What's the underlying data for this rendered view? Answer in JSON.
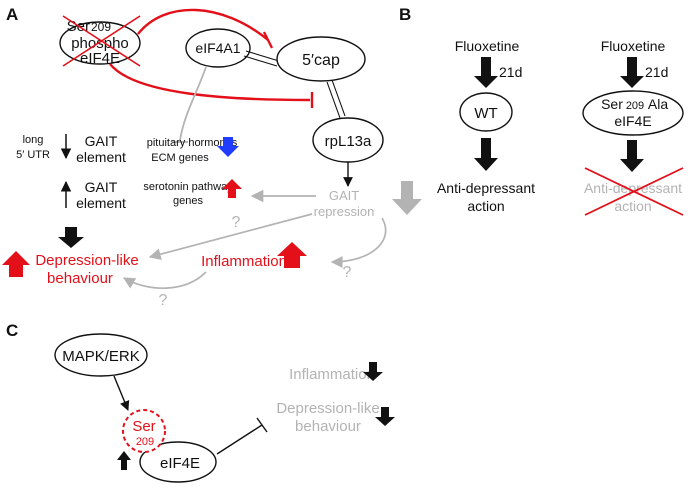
{
  "colors": {
    "black": "#111111",
    "red": "#e3101a",
    "gray": "#b3b3b3",
    "blue": "#1f3cff"
  },
  "panel_a": {
    "label": "A",
    "phospho_node": {
      "line1_main": "Ser",
      "line1_sub": "209",
      "line2": "phospho",
      "line3": "eIF4E"
    },
    "eif4a1": "eIF4A1",
    "cap": "5′cap",
    "rpl13a": "rpL13a",
    "utr_line1": "long",
    "utr_line2": "5′ UTR",
    "gait_down_line1": "GAIT",
    "gait_down_line2": "element",
    "gait_up_line1": "GAIT",
    "gait_up_line2": "element",
    "pituitary": "pituitary hormones",
    "ecm": "ECM genes",
    "serotonin_line1": "serotonin pathway",
    "serotonin_line2": "genes",
    "gait_repression_line1": "GAIT",
    "gait_repression_line2": "repression",
    "question_marks": [
      "?",
      "?",
      "?"
    ],
    "depression_line1": "Depression-like",
    "depression_line2": "behaviour",
    "inflammation": "Inflammation"
  },
  "panel_b": {
    "label": "B",
    "left_drug": "Fluoxetine",
    "left_duration": "21d",
    "left_node": "WT",
    "left_outcome_line1": "Anti-depressant",
    "left_outcome_line2": "action",
    "right_drug": "Fluoxetine",
    "right_duration": "21d",
    "right_node_line1_a": "Ser",
    "right_node_line1_sub": "209",
    "right_node_line1_b": "Ala",
    "right_node_line2": "eIF4E",
    "right_outcome_line1": "Anti-depressant",
    "right_outcome_line2": "action"
  },
  "panel_c": {
    "label": "C",
    "mapk": "MAPK/ERK",
    "ser_main": "Ser",
    "ser_sub": "209",
    "eif4e": "eIF4E",
    "inflammation": "Inflammation",
    "depression_line1": "Depression-like",
    "depression_line2": "behaviour"
  }
}
